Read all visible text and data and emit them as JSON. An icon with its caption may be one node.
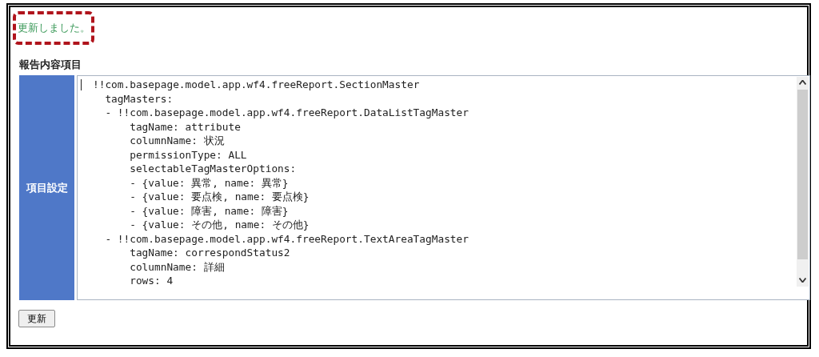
{
  "diagram": {
    "nodes": [
      {
        "text": [
          "更新しました。"
        ]
      },
      {
        "text": [
          "項目設定"
        ]
      },
      {
        "text": [
          "!!com.basepage.model.app.wf4.freeReport.SectionMaster",
          "tagMasters:",
          "- !!com.basepage.model.app.wf4.freeReport.DataListTagMaster",
          "tagName: attribute",
          "columnName: 状況",
          "permissionType: ALL",
          "selectableTagMasterOptions:",
          "- {value: 異常, name: 異常}",
          "- {value: 要点検, name: 要点検}",
          "- {value: 障害, name: 障害}",
          "- {value: その他, name: その他}",
          "- !!com.basepage.model.app.wf4.freeReport.TextAreaTagMaster",
          "tagName: correspondStatus2",
          "columnName: 詳細",
          "rows: 4"
        ]
      },
      {
        "text": [
          "更新"
        ]
      }
    ],
    "labels": [
      "報告内容項目"
    ]
  }
}
